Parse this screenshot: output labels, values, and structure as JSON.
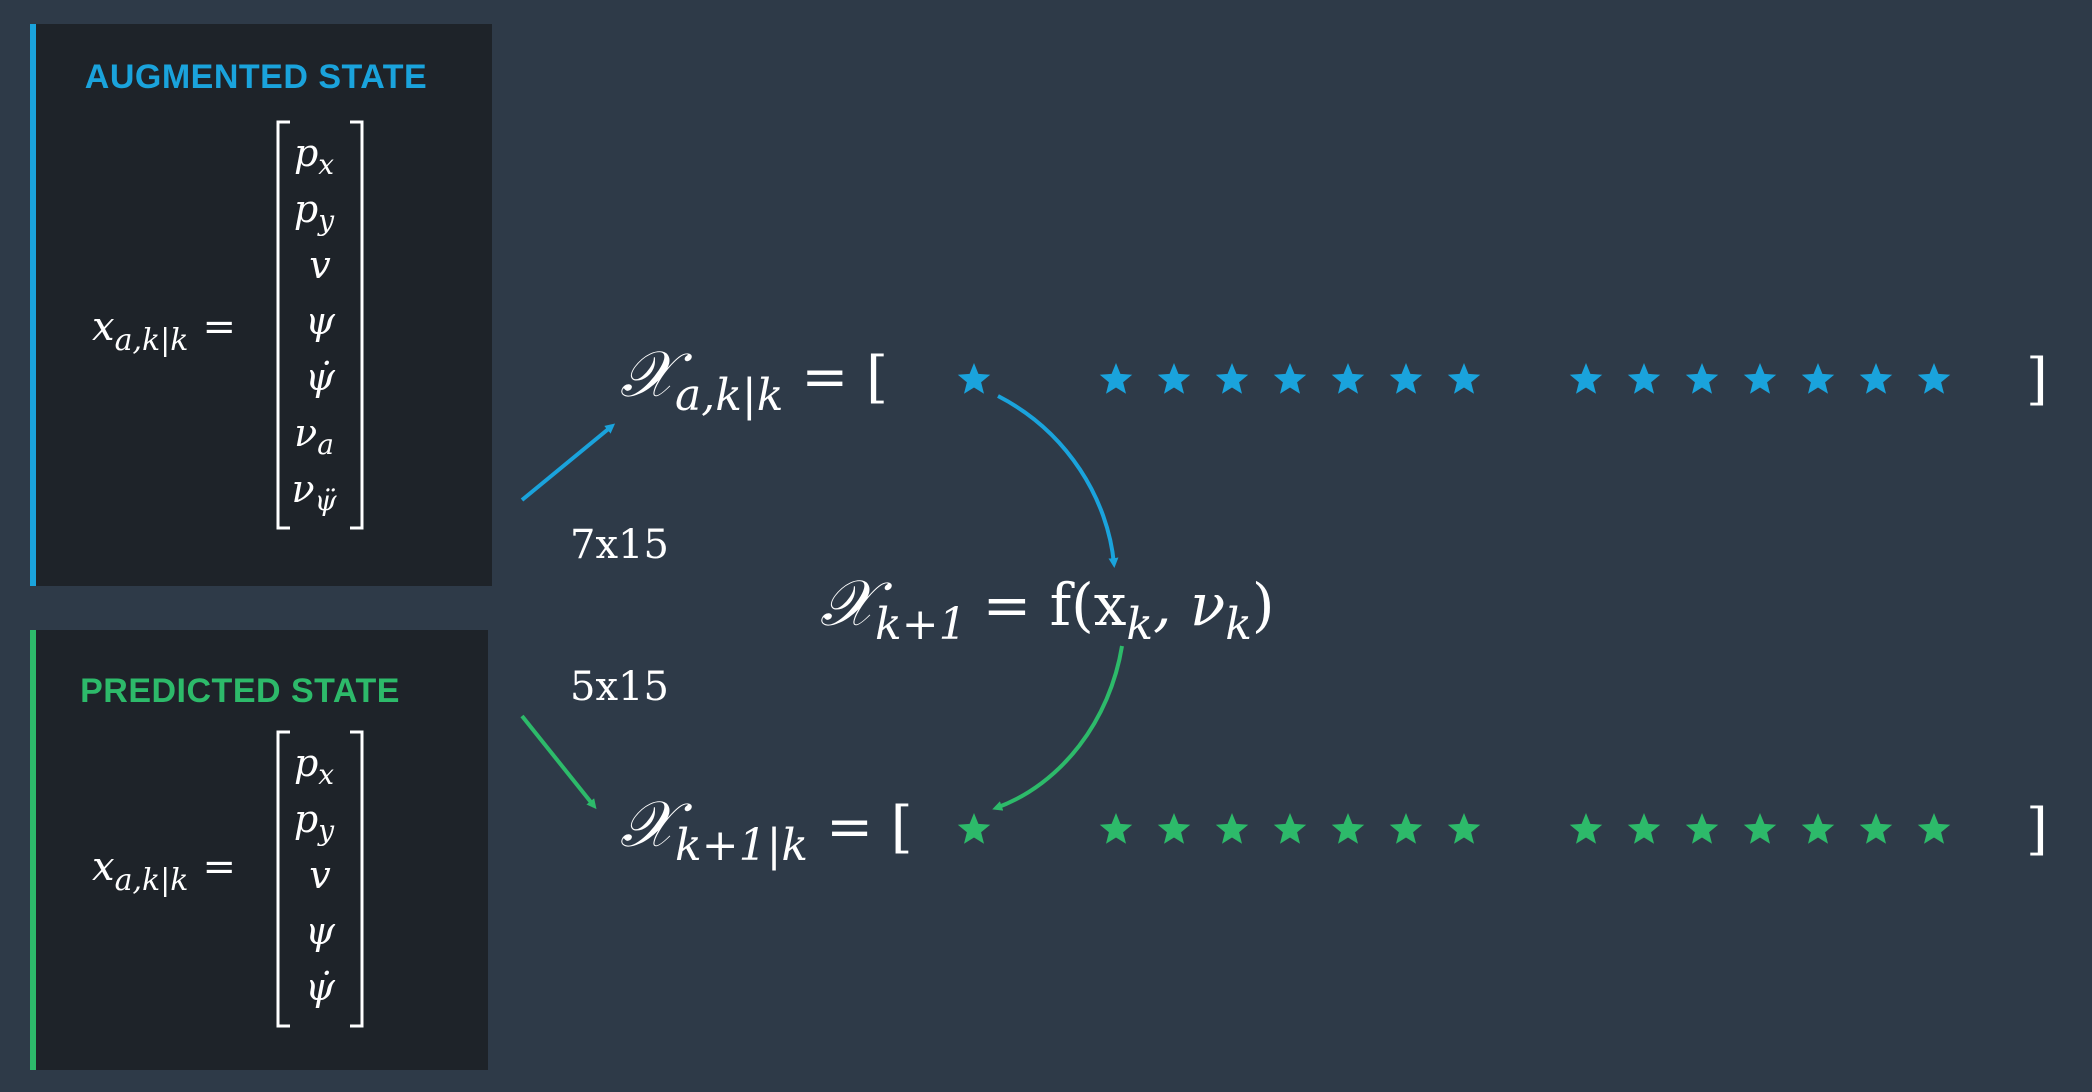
{
  "augmented_panel": {
    "title": "AUGMENTED STATE",
    "lhs": "x",
    "lhs_sub": "a,k|k",
    "vector": [
      {
        "base": "p",
        "sub": "x"
      },
      {
        "base": "p",
        "sub": "y"
      },
      {
        "base": "v",
        "sub": ""
      },
      {
        "base": "ψ",
        "sub": ""
      },
      {
        "base": "ψ̇",
        "sub": ""
      },
      {
        "base": "ν",
        "sub": "a"
      },
      {
        "base": "ν",
        "sub": "ψ̈"
      }
    ],
    "accent_color": "#1aa3dc"
  },
  "predicted_panel": {
    "title": "PREDICTED STATE",
    "lhs": "x",
    "lhs_sub": "a,k|k",
    "vector": [
      {
        "base": "p",
        "sub": "x"
      },
      {
        "base": "p",
        "sub": "y"
      },
      {
        "base": "v",
        "sub": ""
      },
      {
        "base": "ψ",
        "sub": ""
      },
      {
        "base": "ψ̇",
        "sub": ""
      }
    ],
    "accent_color": "#2dba6a"
  },
  "sigma_augmented": {
    "symbol": "𝒳",
    "sub": "a,k|k",
    "equals": "= [",
    "close": "]",
    "color": "#1aa3dc",
    "star_groups": [
      1,
      7,
      7
    ]
  },
  "process_model": {
    "lhs": "𝒳",
    "lhs_sub": "k+1",
    "rhs_prefix": "= f(x",
    "rhs_sub1": "k",
    "rhs_mid": ", ν",
    "rhs_sub2": "k",
    "rhs_suffix": ")"
  },
  "sigma_predicted": {
    "symbol": "𝒳",
    "sub": "k+1|k",
    "equals": "= [",
    "close": "]",
    "color": "#2dba6a",
    "star_groups": [
      1,
      7,
      7
    ]
  },
  "dimension_labels": {
    "augmented": "7x15",
    "predicted": "5x15"
  },
  "colors": {
    "background": "#2e3a48",
    "panel": "#1e2329",
    "blue": "#1aa3dc",
    "green": "#2dba6a"
  }
}
